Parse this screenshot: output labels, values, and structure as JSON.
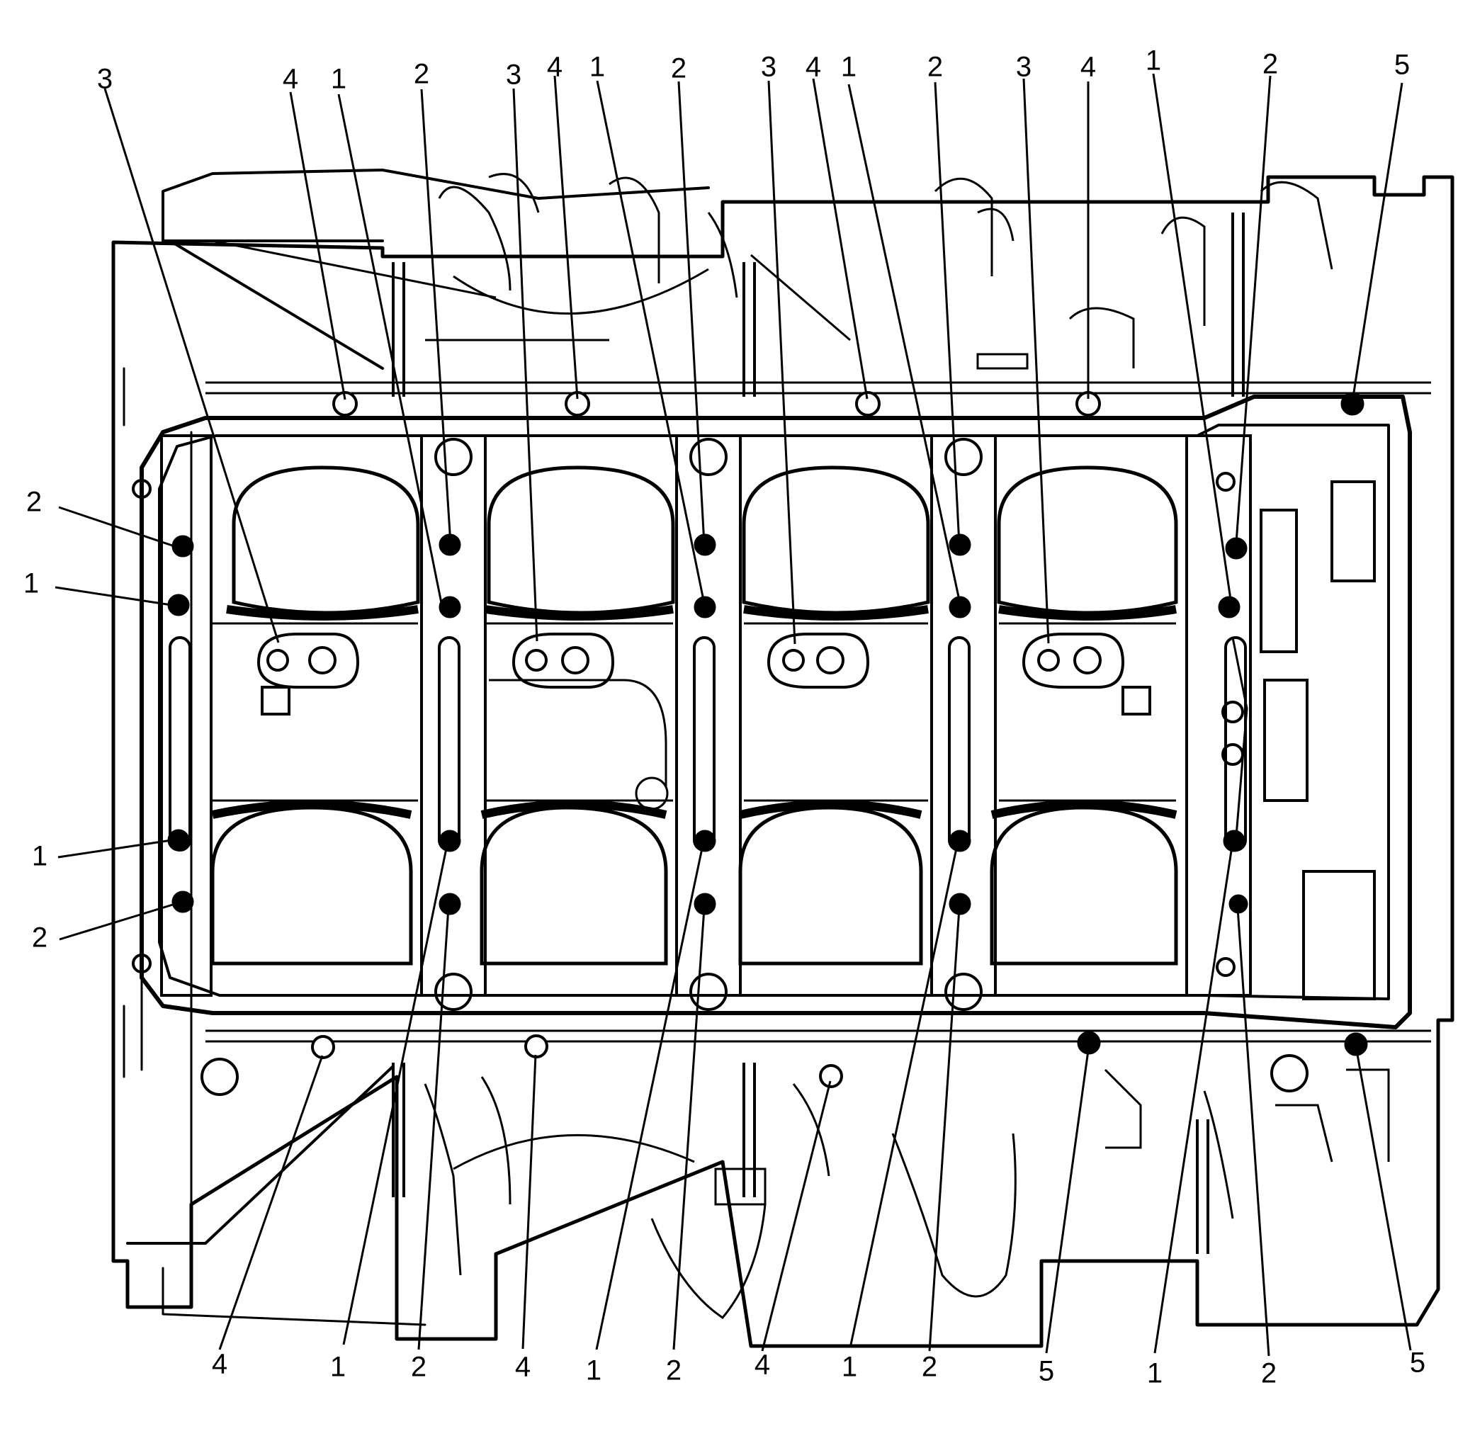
{
  "diagram": {
    "type": "engine-block-bolt-location-diagram",
    "line_color": "#000000",
    "background_color": "#ffffff",
    "callouts": {
      "top": [
        "3",
        "4",
        "1",
        "2",
        "3",
        "4",
        "1",
        "2",
        "3",
        "4",
        "1",
        "2",
        "3",
        "4",
        "1",
        "2",
        "5"
      ],
      "left": [
        "2",
        "1",
        "1",
        "2"
      ],
      "bottom": [
        "4",
        "1",
        "2",
        "4",
        "1",
        "2",
        "4",
        "1",
        "2",
        "5",
        "1",
        "2",
        "5"
      ]
    }
  }
}
